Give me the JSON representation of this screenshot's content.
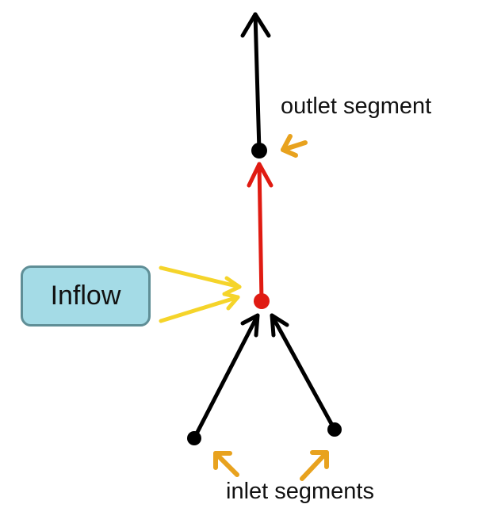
{
  "labels": {
    "outlet": "outlet segment",
    "inlet": "inlet segments",
    "inflow": "Inflow"
  },
  "colors": {
    "main_segment": "#e01b12",
    "other_segments": "#000000",
    "inflow_arrows": "#f5d42a",
    "pointer_arrows": "#e8a21e",
    "inflow_box_fill": "#a4dbe6",
    "inflow_box_border": "#5f8e96"
  }
}
